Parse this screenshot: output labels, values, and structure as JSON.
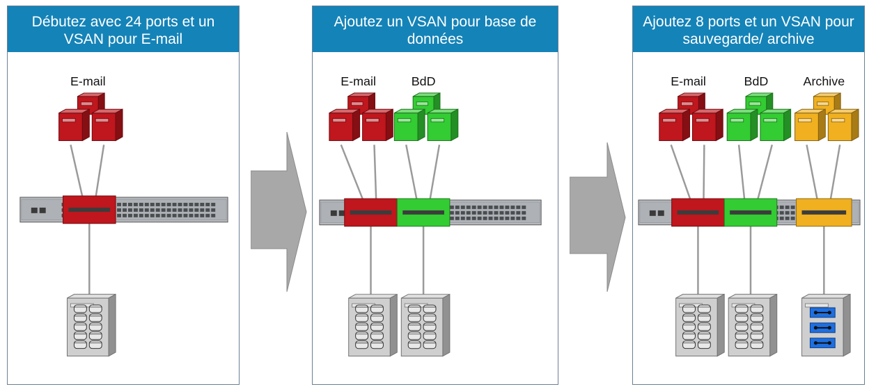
{
  "panels": [
    {
      "title": "Débutez avec 24 ports et un VSAN pour E-mail",
      "groups": [
        {
          "label": "E-mail",
          "color": "#c0161d",
          "storage": "disk"
        }
      ]
    },
    {
      "title": "Ajoutez un VSAN pour base de données",
      "groups": [
        {
          "label": "E-mail",
          "color": "#c0161d",
          "storage": "disk"
        },
        {
          "label": "BdD",
          "color": "#33cc33",
          "storage": "disk"
        }
      ]
    },
    {
      "title": "Ajoutez 8 ports et un VSAN pour sauvegarde/ archive",
      "groups": [
        {
          "label": "E-mail",
          "color": "#c0161d",
          "storage": "disk"
        },
        {
          "label": "BdD",
          "color": "#33cc33",
          "storage": "disk"
        },
        {
          "label": "Archive",
          "color": "#f0b020",
          "storage": "tape"
        }
      ]
    }
  ],
  "colors": {
    "header_bg": "#1483b8",
    "arrow_fill": "#a8a8a8",
    "cable": "#9a9a9a",
    "switch_body": "#b8bcc0",
    "storage_body": "#cfcfcf",
    "tape_slot": "#1e6fe0"
  },
  "icons": {
    "server": "server-stack-icon",
    "switch": "fc-switch-icon",
    "disk": "disk-array-icon",
    "tape": "tape-library-icon",
    "arrow": "right-arrow-icon"
  }
}
